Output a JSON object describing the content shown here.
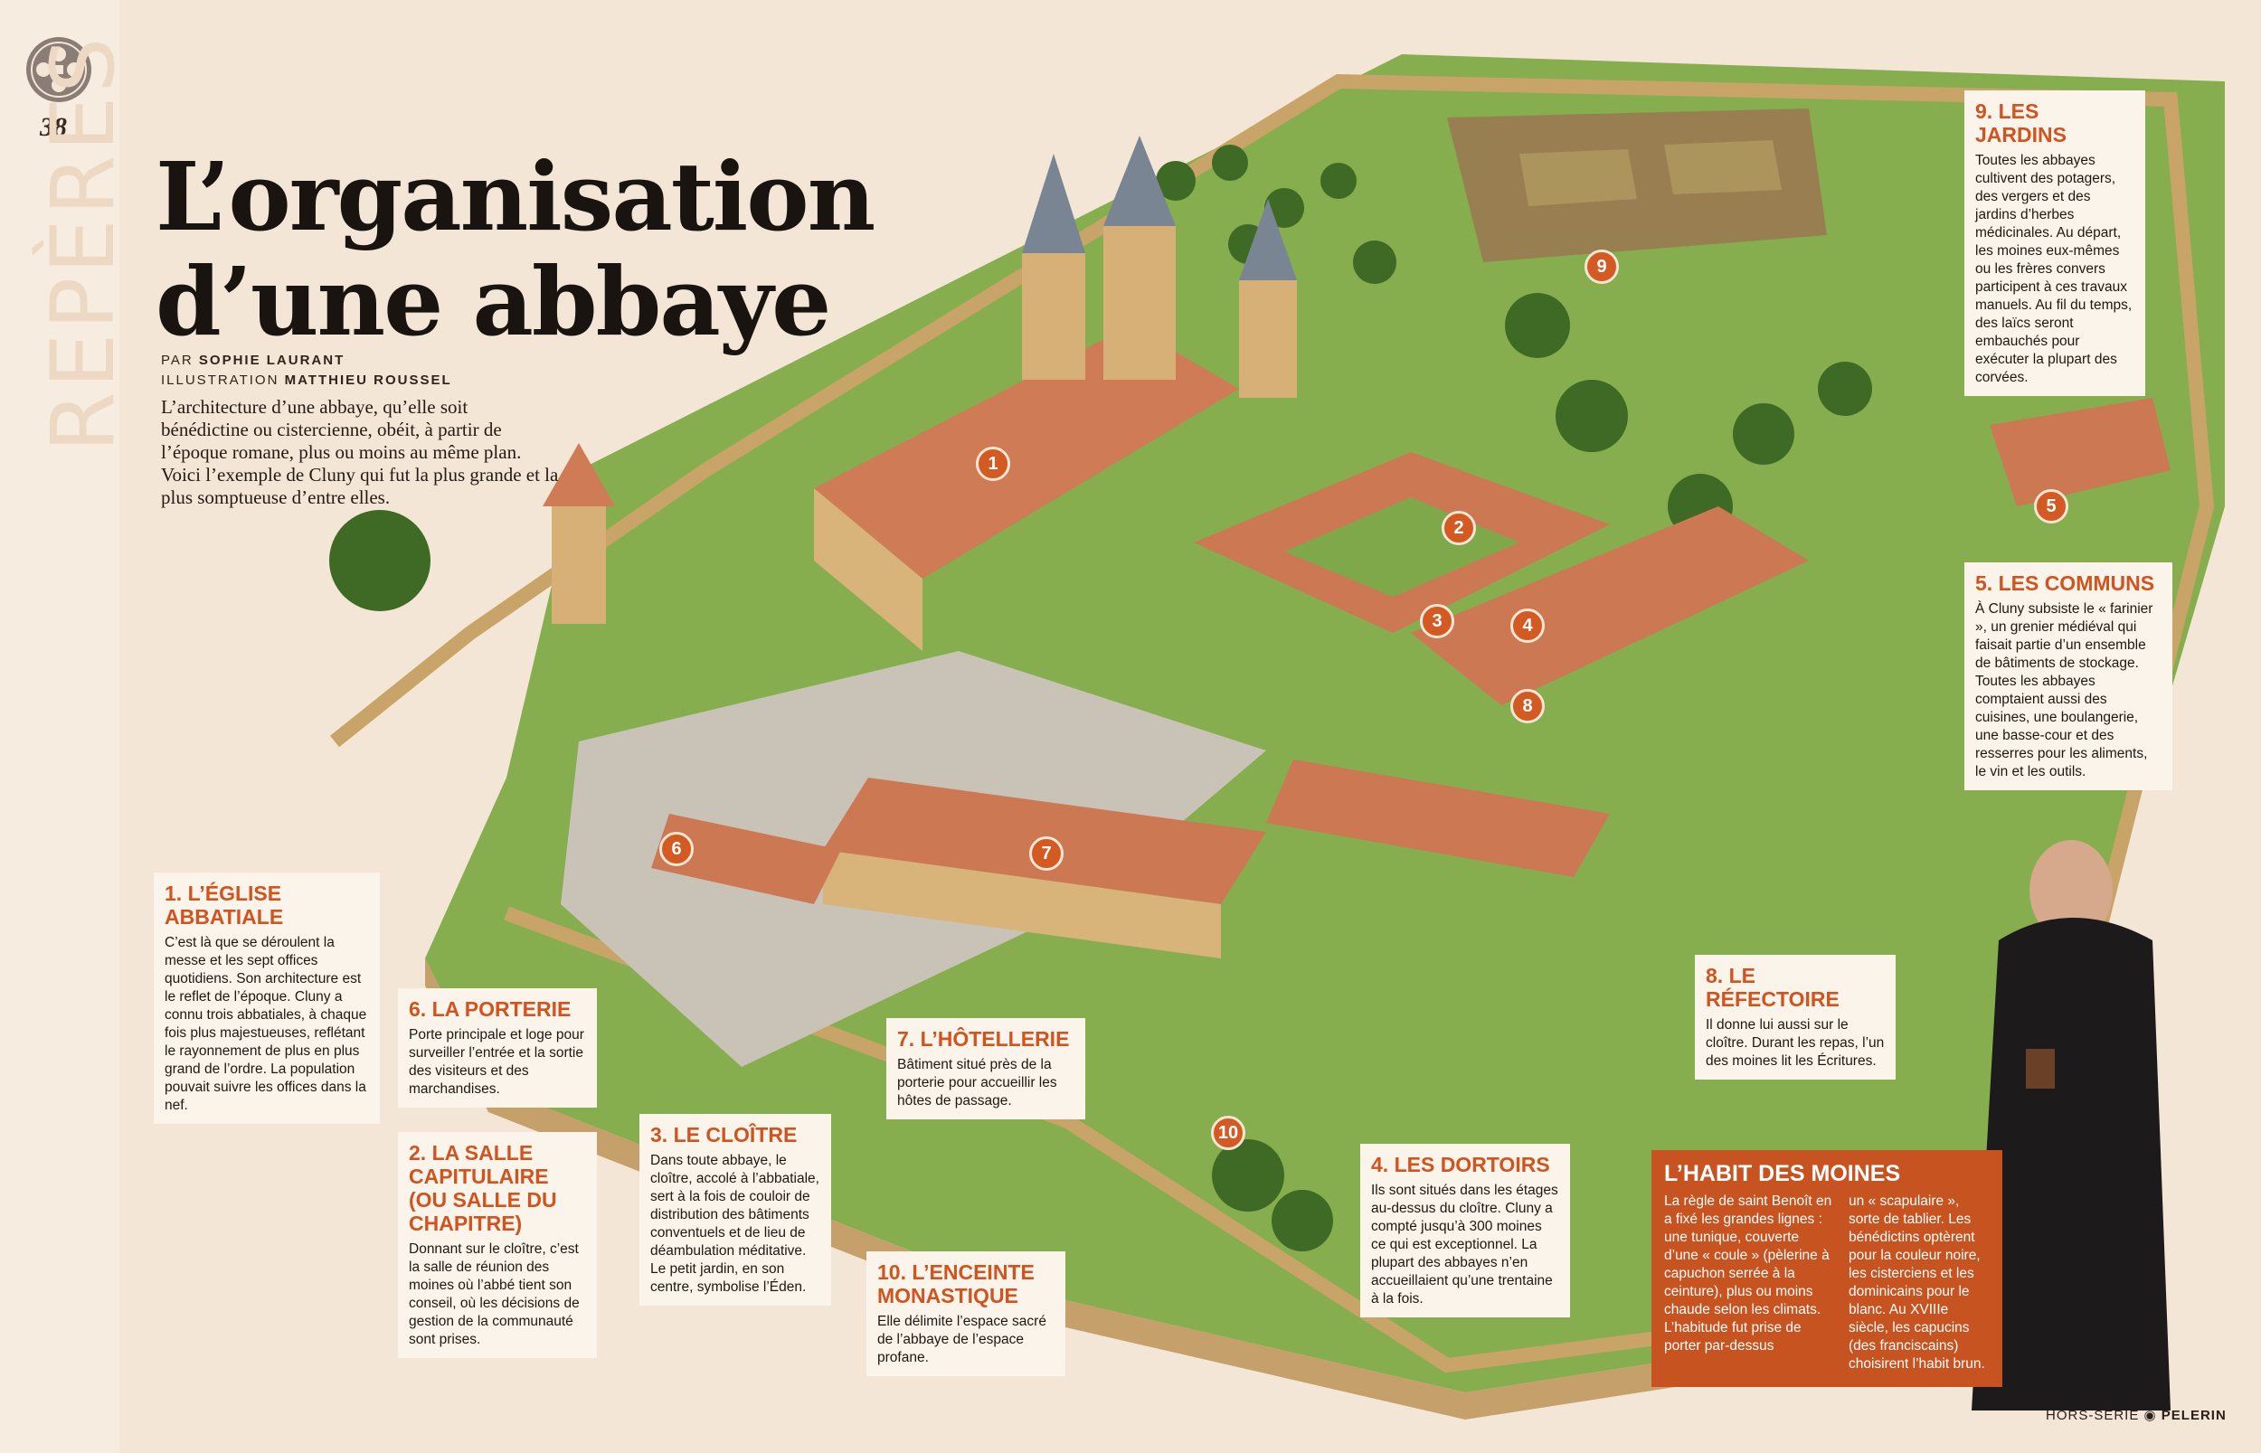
{
  "page": {
    "number": "38",
    "section": "REPÈRES"
  },
  "title": {
    "line1": "L’organisation",
    "line2": "d’une abbaye"
  },
  "credits": {
    "author_prefix": "PAR",
    "author": "SOPHIE LAURANT",
    "illustration_prefix": "ILLUSTRATION",
    "illustrator": "MATTHIEU ROUSSEL"
  },
  "intro": "L’architecture d’une abbaye, qu’elle soit bénédictine ou cistercienne, obéit, à partir de l’époque romane, plus ou moins au même plan. Voici l’exemple de Cluny qui fut la plus grande et la plus somptueuse d’entre elles.",
  "sections": [
    {
      "id": "1",
      "title": "1. L’ÉGLISE ABBATIALE",
      "text": "C’est là que se déroulent la messe et les sept offices quotidiens. Son architecture est le reflet de l’époque. Cluny a connu trois abbatiales, à chaque fois plus majestueuses, reflétant le rayonnement de plus en plus grand de l’ordre. La population pouvait suivre les offices dans la nef."
    },
    {
      "id": "2",
      "title": "2. LA SALLE CAPITULAIRE (OU SALLE DU CHAPITRE)",
      "text": "Donnant sur le cloître, c’est la salle de réunion des moines où l’abbé tient son conseil, où les décisions de gestion de la communauté sont prises."
    },
    {
      "id": "3",
      "title": "3. LE CLOÎTRE",
      "text": "Dans toute abbaye, le cloître, accolé à l’abbatiale, sert à la fois de couloir de distribution des bâtiments conventuels et de lieu de déambulation méditative. Le petit jardin, en son centre, symbolise l’Éden."
    },
    {
      "id": "4",
      "title": "4. LES DORTOIRS",
      "text": "Ils sont situés dans les étages au-dessus du cloître. Cluny a compté jusqu’à 300 moines ce qui est exceptionnel. La plupart des abbayes n’en accueillaient qu’une trentaine à la fois."
    },
    {
      "id": "5",
      "title": "5. LES COMMUNS",
      "text": "À Cluny subsiste le « farinier », un grenier médiéval qui faisait partie d’un ensemble de bâtiments de stockage. Toutes les abbayes comptaient aussi des cuisines, une boulangerie, une basse-cour et des resserres pour les aliments, le vin et les outils."
    },
    {
      "id": "6",
      "title": "6. LA PORTERIE",
      "text": "Porte principale et loge pour surveiller l’entrée et la sortie des visiteurs et des marchandises."
    },
    {
      "id": "7",
      "title": "7. L’HÔTELLERIE",
      "text": "Bâtiment situé près de la porterie pour accueillir les hôtes de passage."
    },
    {
      "id": "8",
      "title": "8. LE RÉFECTOIRE",
      "text": "Il donne lui aussi sur le cloître. Durant les repas, l’un des moines lit les Écritures."
    },
    {
      "id": "9",
      "title": "9. LES JARDINS",
      "text": "Toutes les abbayes cultivent des potagers, des vergers et des jardins d’herbes médicinales. Au départ, les moines eux-mêmes ou les frères convers participent à ces travaux manuels. Au fil du temps, des laïcs seront embauchés pour exécuter la plupart des corvées."
    },
    {
      "id": "10",
      "title": "10. L’ENCEINTE MONASTIQUE",
      "text": "Elle délimite l’espace sacré de l’abbaye de l’espace profane."
    }
  ],
  "habit": {
    "title": "L’HABIT DES MOINES",
    "col1": "La règle de saint Benoît en a fixé les grandes lignes : une tunique, couverte d’une « coule » (pèlerine à capuchon serrée à la ceinture), plus ou moins chaude selon les climats. L’habitude fut prise de porter par-dessus",
    "col2": "un « scapulaire », sorte de tablier. Les bénédictins optèrent pour la couleur noire, les cisterciens et les dominicains pour le blanc. Au XVIIIe siècle, les capucins (des franciscains) choisirent l’habit brun."
  },
  "markers": [
    "1",
    "2",
    "3",
    "4",
    "5",
    "6",
    "7",
    "8",
    "9",
    "10"
  ],
  "footer": {
    "label": "HORS-SÉRIE",
    "brand": "PELERIN"
  },
  "colors": {
    "accent": "#d1531f",
    "background": "#f3e6d6",
    "grass": "#7fa84a",
    "roof": "#c9734f",
    "stone": "#d9b97e"
  }
}
